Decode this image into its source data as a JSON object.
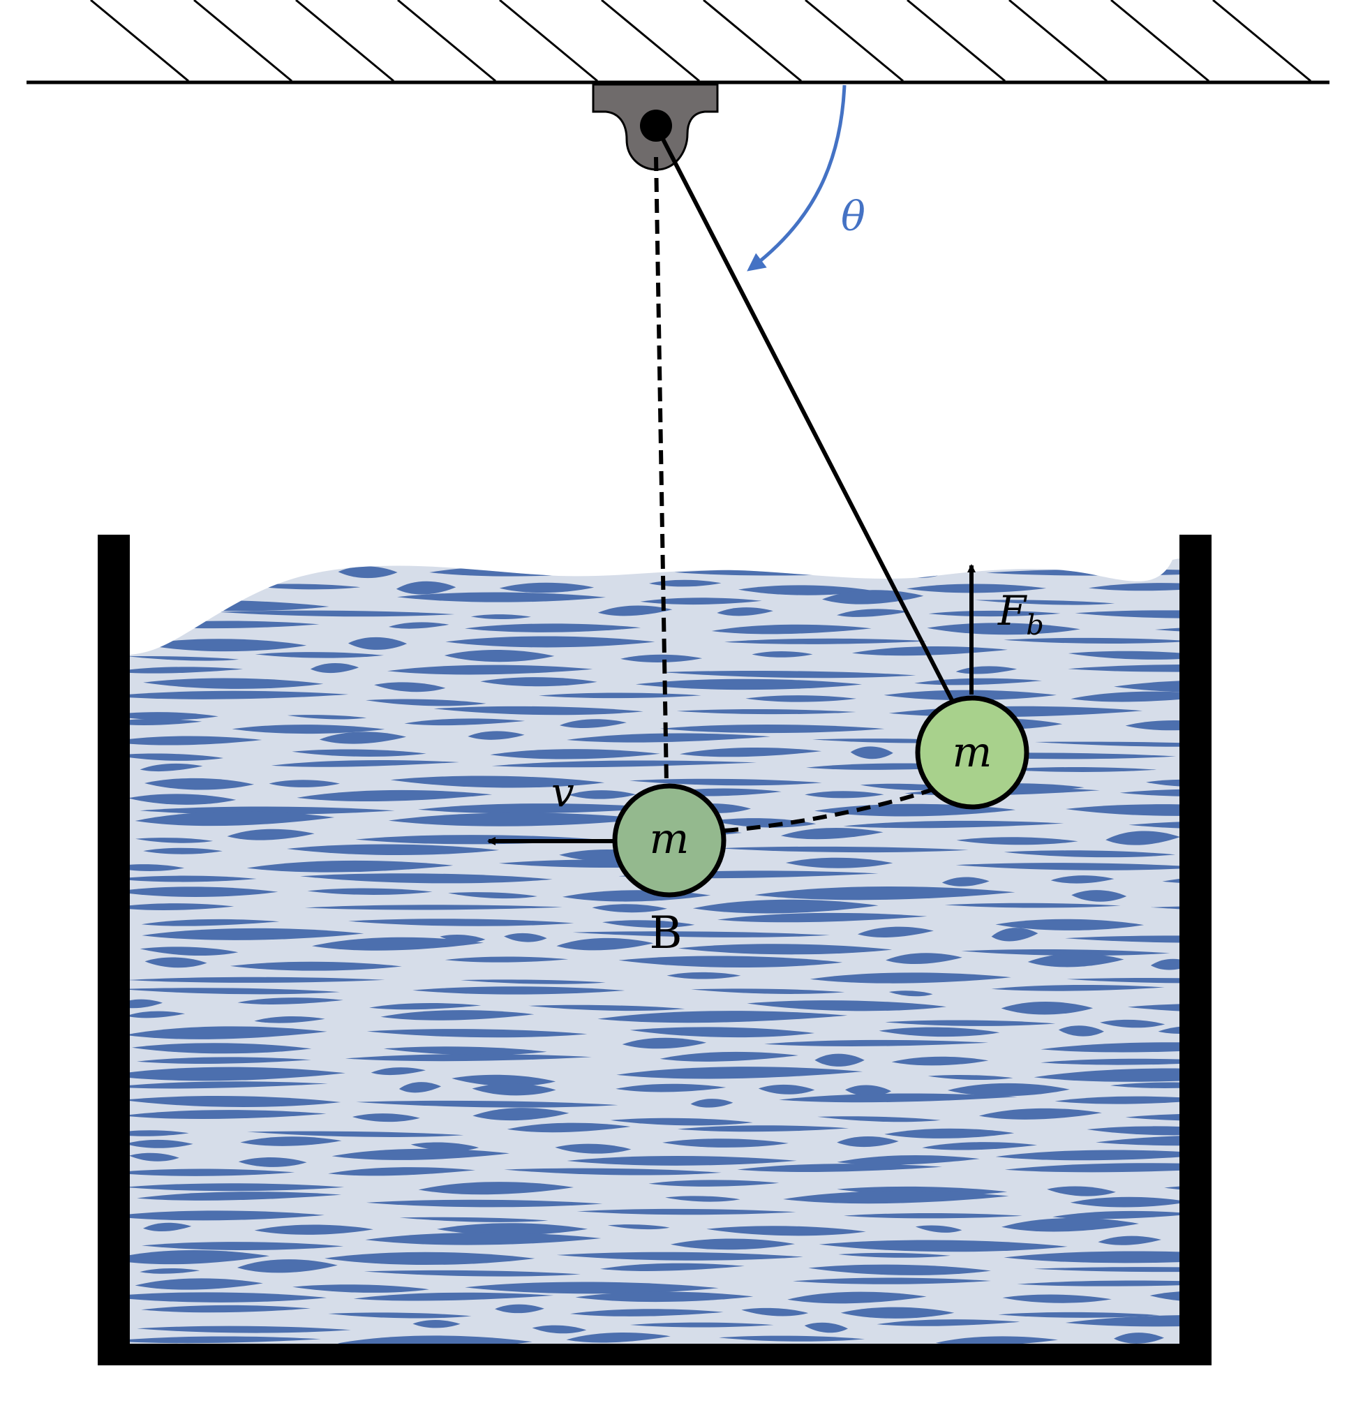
{
  "labels": {
    "angle": "θ",
    "mass_left": "m",
    "mass_right": "m",
    "velocity": "v",
    "buoyancy_main": "F",
    "buoyancy_sub": "b",
    "point_b": "B"
  },
  "colors": {
    "ceiling_line": "#000000",
    "mount": "#6f6b6b",
    "water_light": "#d6dde9",
    "water_dark": "#4c6fae",
    "ball_fill": "#a8d18c",
    "ball_fill_submerged": "#94b98e",
    "angle_arc": "#4472c4",
    "tank": "#000000"
  }
}
